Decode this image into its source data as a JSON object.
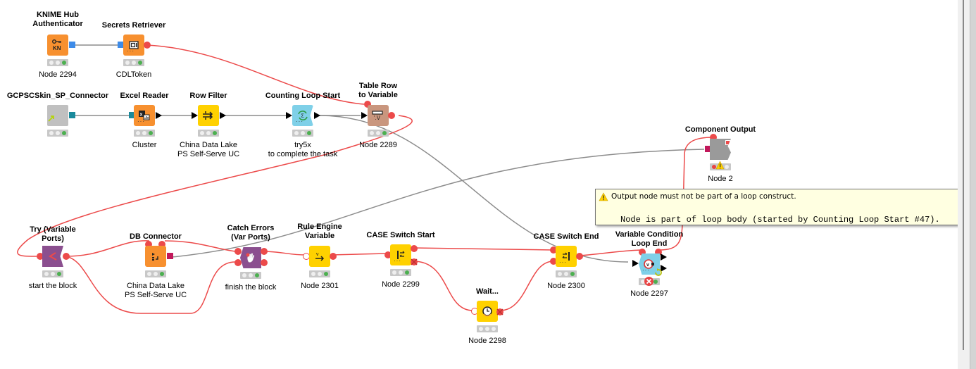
{
  "colors": {
    "flow_variable": "#ec4a4a",
    "data_connection": "#8c8c8c",
    "hub_port": "#3d8be8",
    "db_port": "#1a8a9c",
    "db_session_port": "#c2185b",
    "source_node": "#f7902f",
    "manipulator_node": "#ffd100",
    "loop_node": "#7fd0e8",
    "other_node": "#c9967e",
    "scope_node": "#8b4f8f",
    "component_node": "#9a9a9a",
    "metanode": "#c0c0c0"
  },
  "nodes": [
    {
      "id": "knime-hub-authenticator",
      "title": "KNIME Hub\nAuthenticator",
      "label": "Node 2294",
      "icon": "key-kn-icon",
      "status": "executed"
    },
    {
      "id": "secrets-retriever",
      "title": "Secrets Retriever",
      "label": "CDLToken",
      "icon": "safe-icon",
      "status": "executed"
    },
    {
      "id": "gcpscskin-sp-connector",
      "title": "GCPSCSkin_SP_Connector",
      "label": "",
      "icon": "link-arrow-icon",
      "status": "executed"
    },
    {
      "id": "excel-reader",
      "title": "Excel Reader",
      "label": "Cluster",
      "icon": "excel-icon",
      "status": "executed"
    },
    {
      "id": "row-filter",
      "title": "Row Filter",
      "label": "China Data Lake\nPS Self-Serve UC",
      "icon": "filter-arrows-icon",
      "status": "executed"
    },
    {
      "id": "counting-loop-start",
      "title": "Counting Loop Start",
      "label": "try5x\nto complete the task",
      "icon": "loop-sigma-icon",
      "status": "executed"
    },
    {
      "id": "table-row-to-variable",
      "title": "Table Row\nto Variable",
      "label": "Node 2289",
      "icon": "row-to-var-icon",
      "status": "executed"
    },
    {
      "id": "component-output",
      "title": "Component Output",
      "label": "Node 2",
      "icon": "component-output-icon",
      "status": "warning"
    },
    {
      "id": "try-variable-ports",
      "title": "Try (Variable\nPorts)",
      "label": "start the block",
      "icon": "try-icon",
      "status": "executed"
    },
    {
      "id": "db-connector",
      "title": "DB Connector",
      "label": "China Data Lake\nPS Self-Serve UC",
      "icon": "db-icon",
      "status": "executed"
    },
    {
      "id": "catch-errors-var-ports",
      "title": "Catch Errors\n(Var Ports)",
      "label": "finish the block",
      "icon": "catch-hand-icon",
      "status": "executed"
    },
    {
      "id": "rule-engine-variable",
      "title": "Rule Engine\nVariable",
      "label": "Node 2301",
      "icon": "rule-var-icon",
      "status": "executed"
    },
    {
      "id": "case-switch-start",
      "title": "CASE Switch Start",
      "label": "Node 2299",
      "icon": "switch-start-icon",
      "status": "executed"
    },
    {
      "id": "wait",
      "title": "Wait...",
      "label": "Node 2298",
      "icon": "clock-icon",
      "status": "inactive"
    },
    {
      "id": "case-switch-end",
      "title": "CASE Switch End",
      "label": "Node 2300",
      "icon": "switch-end-icon",
      "status": "executed"
    },
    {
      "id": "variable-condition-loop-end",
      "title": "Variable Condition\nLoop End",
      "label": "Node 2297",
      "icon": "loop-end-var-icon",
      "status": "error"
    }
  ],
  "tooltip": {
    "icon": "warning-icon",
    "message": "Output node must not be part of a loop construct.",
    "detail": "Node is part of loop body (started by Counting Loop Start #47)."
  }
}
